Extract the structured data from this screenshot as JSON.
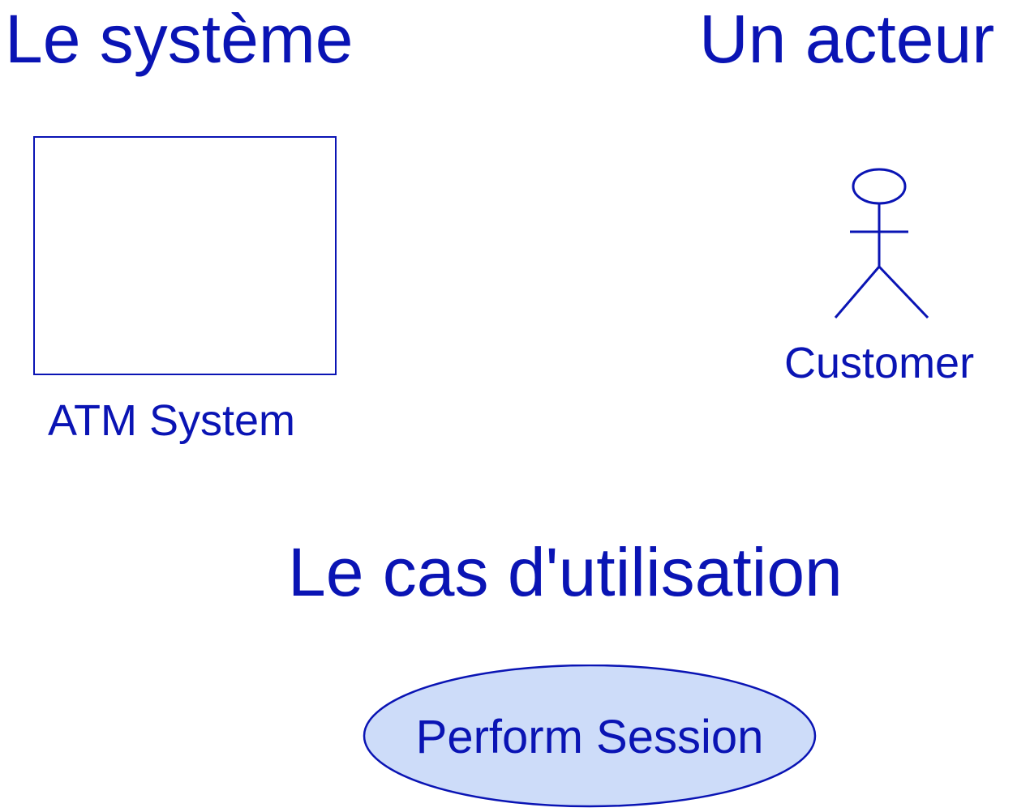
{
  "colors": {
    "primary": "#0a14b4",
    "usecase_fill": "#cddcf9"
  },
  "sections": {
    "system_heading": "Le système",
    "actor_heading": "Un acteur",
    "usecase_heading": "Le cas d'utilisation"
  },
  "system": {
    "name": "ATM System"
  },
  "actor": {
    "name": "Customer",
    "icon": "stick-figure-actor-icon"
  },
  "usecase": {
    "name": "Perform Session"
  }
}
